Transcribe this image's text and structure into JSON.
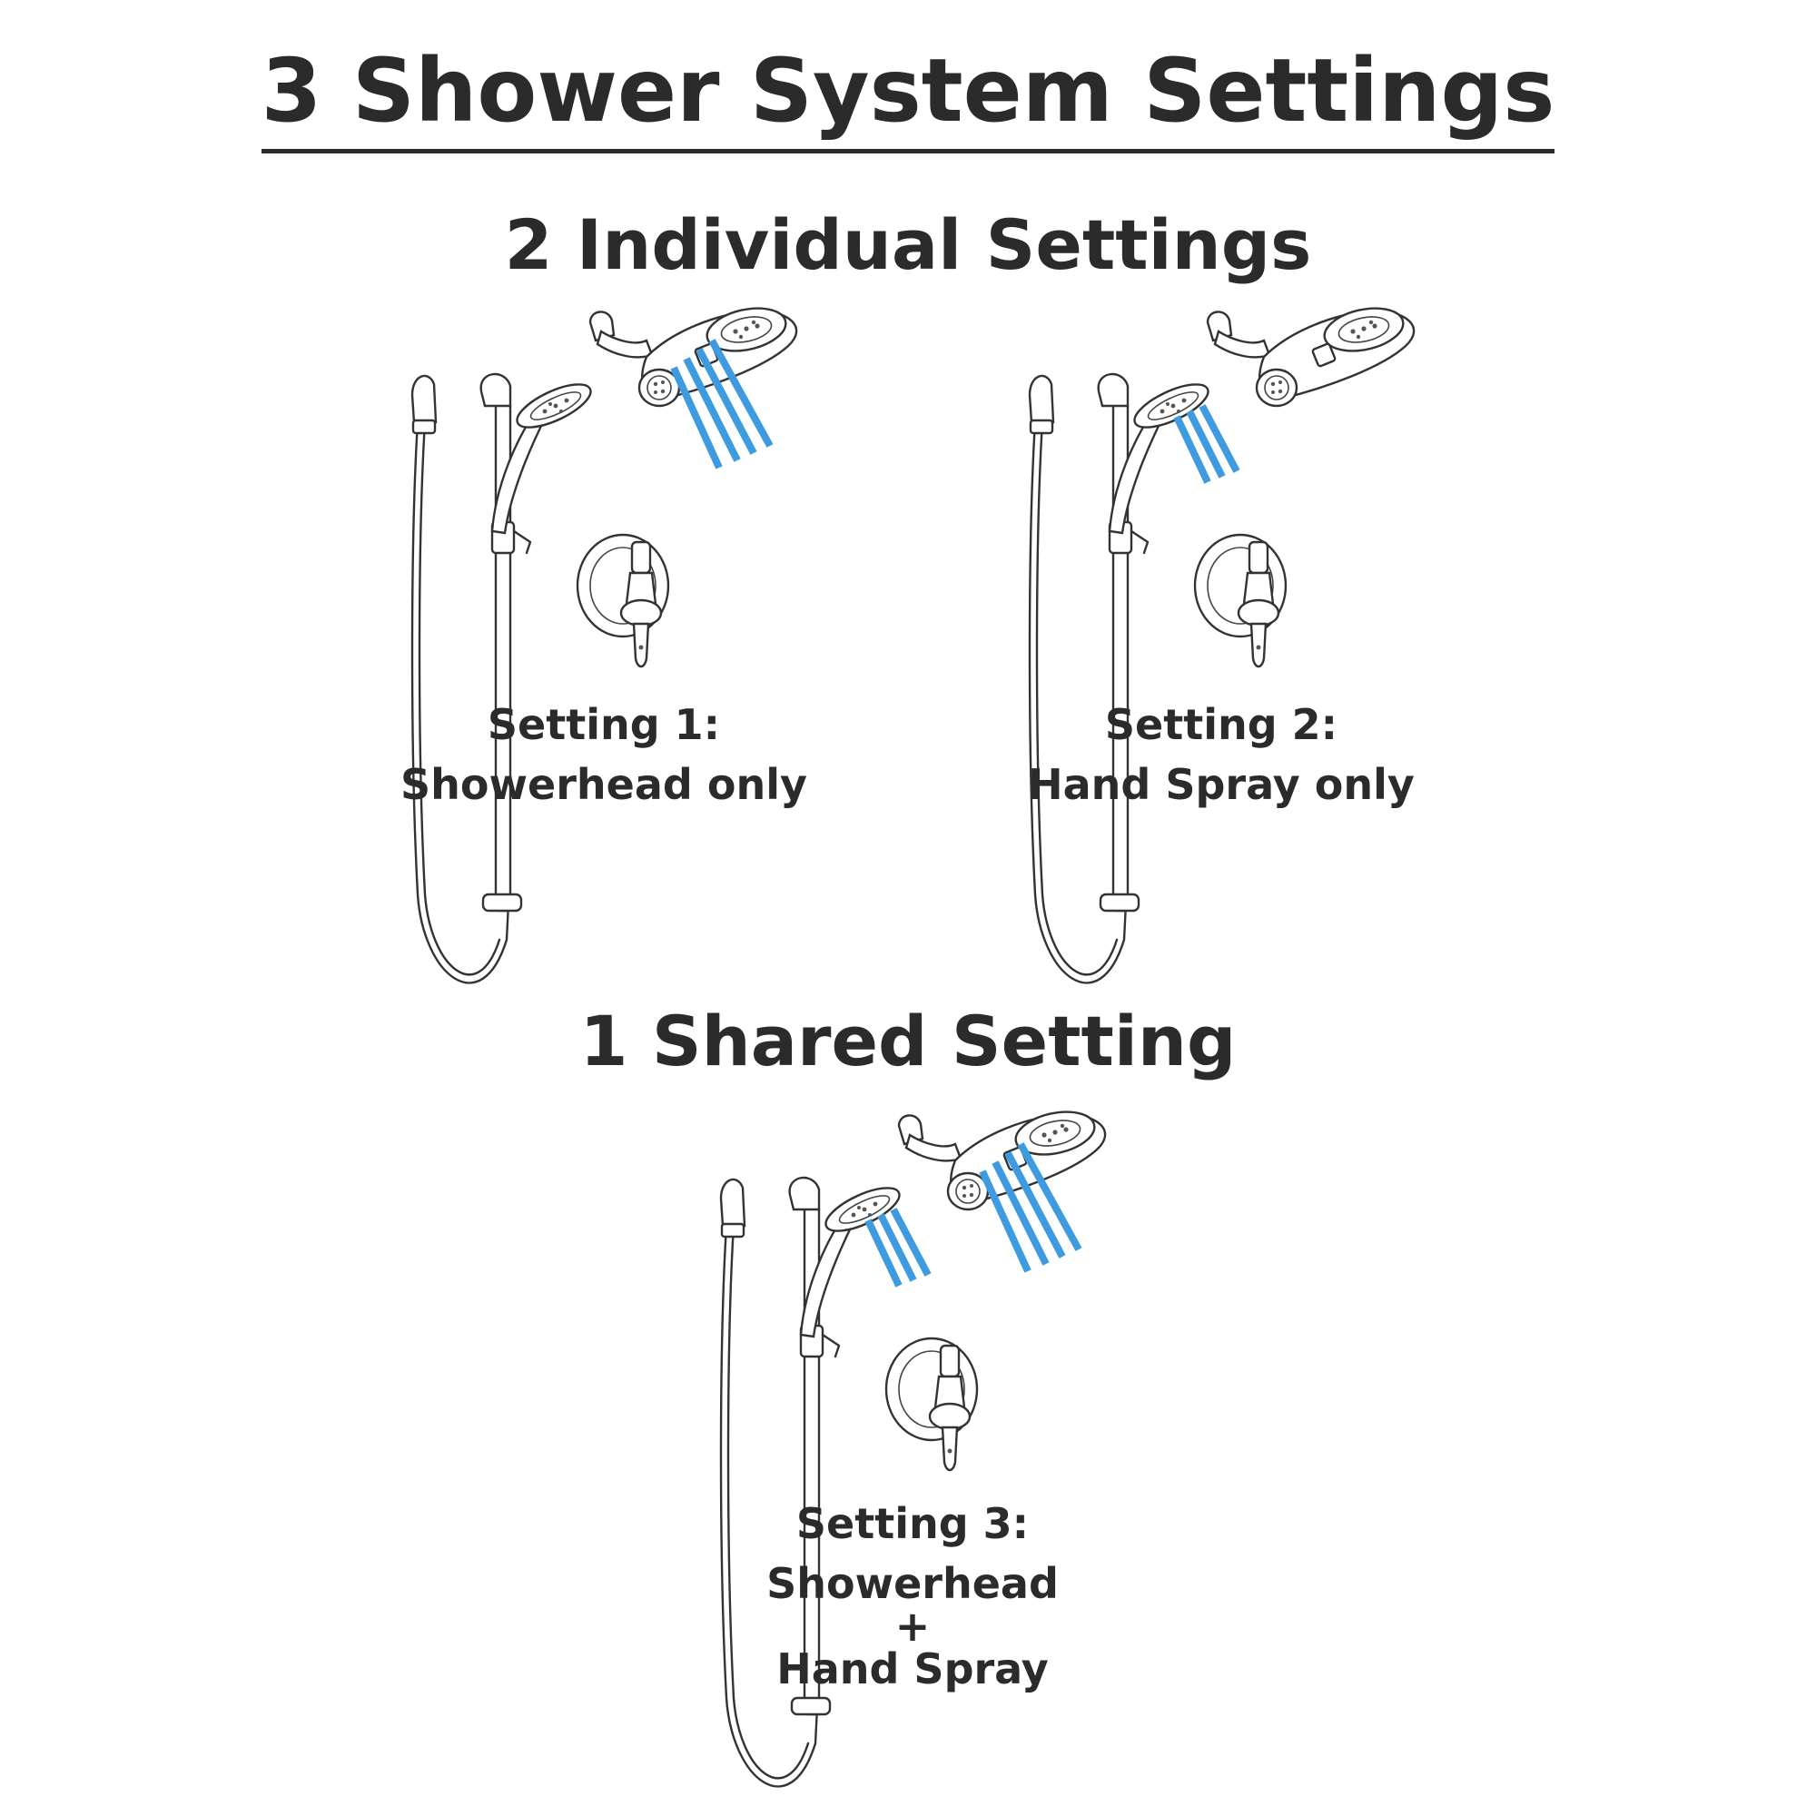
{
  "header": {
    "title": "3 Shower System Settings"
  },
  "sections": {
    "individual": "2 Individual Settings",
    "shared": "1 Shared Setting"
  },
  "settings": [
    {
      "label": "Setting 1:",
      "desc": "Showerhead only",
      "spray": "showerhead"
    },
    {
      "label": "Setting 2:",
      "desc": "Hand Spray only",
      "spray": "hand-spray"
    },
    {
      "label": "Setting 3:",
      "desc_line1": "Showerhead",
      "plus": "+",
      "desc_line2": "Hand Spray",
      "spray": "both"
    }
  ],
  "colors": {
    "water": "#3f9be0",
    "text": "#2b2b2b",
    "line": "#333333"
  },
  "icons": [
    "showerhead-icon",
    "hand-shower-icon",
    "slide-bar-icon",
    "hose-icon",
    "valve-trim-icon",
    "water-spray-icon"
  ]
}
